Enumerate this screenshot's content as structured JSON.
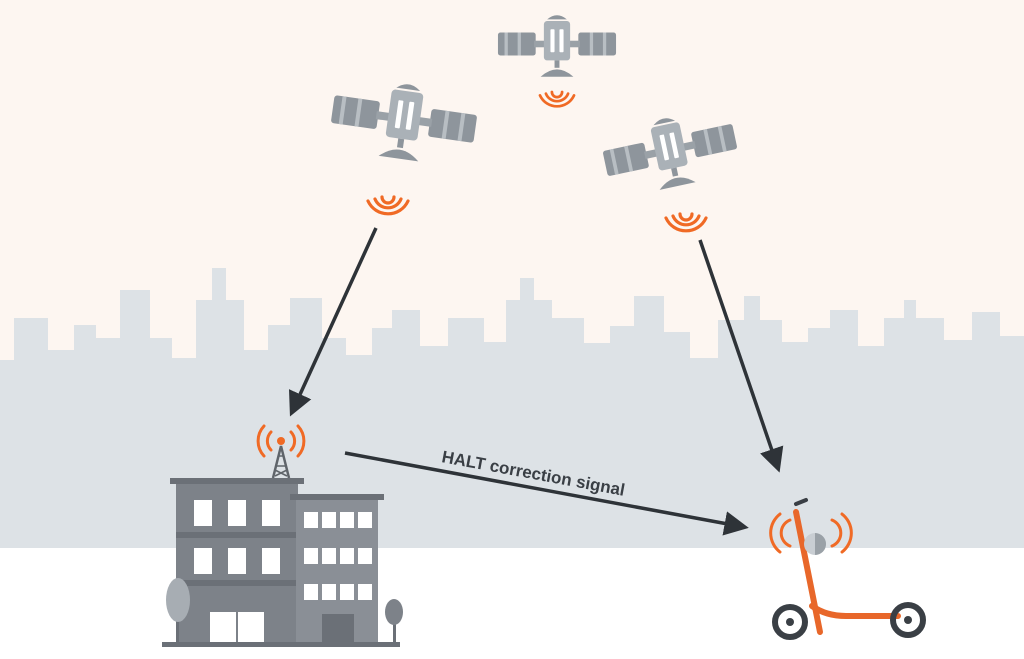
{
  "diagram": {
    "label": "HALT correction signal",
    "nodes": [
      {
        "id": "satellite-1",
        "icon": "satellite-icon"
      },
      {
        "id": "satellite-2",
        "icon": "satellite-icon"
      },
      {
        "id": "satellite-3",
        "icon": "satellite-icon"
      },
      {
        "id": "base-station",
        "icon": "office-building-icon"
      },
      {
        "id": "radio-tower",
        "icon": "radio-tower-icon"
      },
      {
        "id": "scooter",
        "icon": "electric-scooter-icon"
      }
    ],
    "edges": [
      {
        "from": "satellite-1",
        "to": "base-station"
      },
      {
        "from": "satellite-3",
        "to": "scooter"
      },
      {
        "from": "base-station",
        "to": "scooter",
        "label": "HALT correction signal"
      }
    ]
  },
  "colors": {
    "sky": "#fdf6f1",
    "skyline": "#dde2e6",
    "ground": "#ffffff",
    "signal": "#f06a25",
    "satellite_panel": "#8e959c",
    "satellite_body": "#aab1b7",
    "building": "#7d8289",
    "arrow": "#2e3338",
    "scooter": "#e8672a"
  }
}
